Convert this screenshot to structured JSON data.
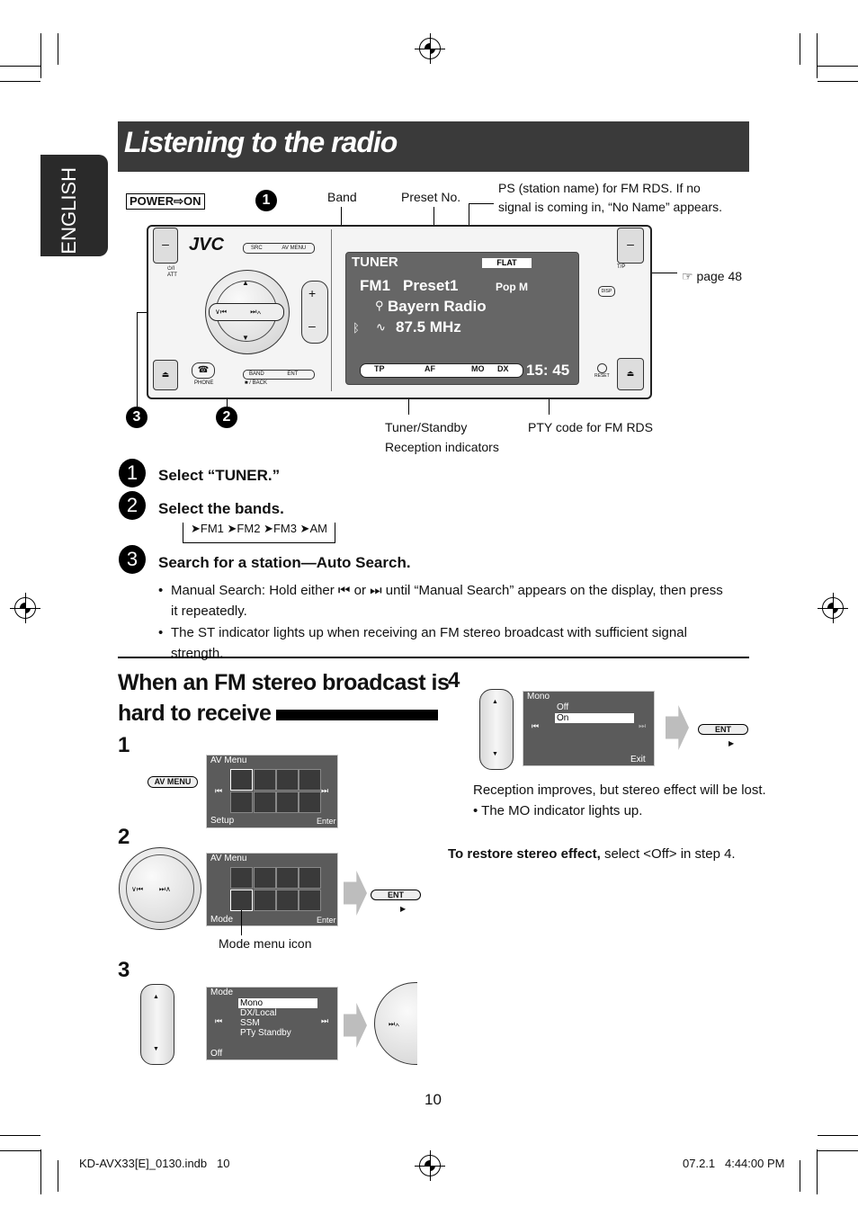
{
  "page_title": "Listening to the radio",
  "language_tab": "ENGLISH",
  "power_label": "POWER⇨ON",
  "callouts": {
    "band": "Band",
    "preset_no": "Preset No.",
    "ps_name": "PS (station name) for FM RDS. If no signal is coming in, “No Name” appears.",
    "page_ref": "☞ page 48",
    "tuner_standby": "Tuner/Standby",
    "reception_indicators": "Reception indicators",
    "pty_code": "PTY code for FM RDS"
  },
  "radio_unit": {
    "brand": "JVC",
    "src_label": "SRC",
    "av_menu_label": "AV MENU",
    "att_label": "⏻/I ATT",
    "tp_label": "T/P",
    "disp_label": "DISP",
    "reset_label": "RESET",
    "phone_label": "PHONE",
    "band_label": "BAND",
    "ent_label": "ENT",
    "back_label": "■ / BACK",
    "prev_label": "∨⏮",
    "next_label": "⏭∧",
    "plus_label": "+",
    "minus_label": "–"
  },
  "display": {
    "source": "TUNER",
    "eq": "FLAT",
    "band": "FM1",
    "preset": "Preset1",
    "pty": "Pop M",
    "station": "Bayern Radio",
    "frequency": "87.5 MHz",
    "clock": "15: 45",
    "indicators": [
      "TP",
      "AF",
      "MO",
      "DX"
    ]
  },
  "steps": [
    {
      "num": "1",
      "title": "Select “TUNER.”"
    },
    {
      "num": "2",
      "title": "Select the bands."
    },
    {
      "num": "3",
      "title": "Search for a station—Auto Search."
    }
  ],
  "band_cycle": [
    "FM1",
    "FM2",
    "FM3",
    "AM"
  ],
  "bullets": [
    "Manual Search: Hold either ⏮ or ⏭ until “Manual Search” appears on the display, then press it repeatedly.",
    "The ST indicator lights up when receiving an FM stereo broadcast with sufficient signal strength."
  ],
  "section2": {
    "heading_line1": "When an FM stereo broadcast is",
    "heading_line2": "hard to receive",
    "step_nums": [
      "1",
      "2",
      "3",
      "4"
    ],
    "av_menu_button": "AV MENU",
    "ent_button": "ENT",
    "screen1": {
      "title": "AV Menu",
      "footer_left": "Setup",
      "footer_right": "Enter"
    },
    "screen2": {
      "title": "AV Menu",
      "footer_left": "Mode",
      "footer_right": "Enter"
    },
    "mode_menu_icon_label": "Mode menu icon",
    "screen3": {
      "title": "Mode",
      "items": [
        "Mono",
        "DX/Local",
        "SSM",
        "PTy Standby"
      ],
      "footer": "Off"
    },
    "screen4": {
      "title": "Mono",
      "items": [
        "Off",
        "On"
      ],
      "footer_right": "Exit"
    },
    "result_text": "Reception improves, but stereo effect will be lost.",
    "result_bullet": "The MO indicator lights up.",
    "restore_bold": "To restore stereo effect,",
    "restore_rest": " select <Off> in step 4."
  },
  "page_number": "10",
  "footer_left": "KD-AVX33[E]_0130.indb   10",
  "footer_right": "07.2.1   4:44:00 PM"
}
